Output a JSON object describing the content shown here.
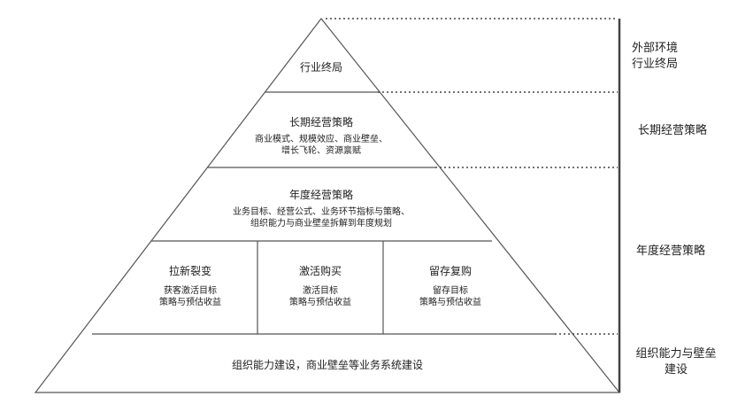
{
  "pyramid": {
    "top": {
      "title": "行业终局"
    },
    "long_term": {
      "title": "长期经营策略",
      "lines": [
        "商业模式、规模效应、商业壁垒、",
        "增长飞轮、资源禀赋"
      ]
    },
    "annual": {
      "title": "年度经营策略",
      "lines": [
        "业务目标、经营公式、业务环节指标与策略、",
        "组织能力与商业壁垒拆解到年度规划"
      ]
    },
    "cells": [
      {
        "title": "拉新裂变",
        "lines": [
          "获客激活目标",
          "策略与预估收益"
        ]
      },
      {
        "title": "激活购买",
        "lines": [
          "激活目标",
          "策略与预估收益"
        ]
      },
      {
        "title": "留存复购",
        "lines": [
          "留存目标",
          "策略与预估收益"
        ]
      }
    ],
    "base": {
      "title": "组织能力建设，商业壁垒等业务系统建设"
    }
  },
  "right_labels": {
    "outer_env": [
      "外部环境",
      "行业终局"
    ],
    "long_term": "长期经营策略",
    "annual": "年度经营策略",
    "org": [
      "组织能力与壁垒",
      "建设"
    ]
  },
  "colors": {
    "line": "#555555",
    "dotted": "#444444",
    "text": "#222222",
    "background": "#ffffff"
  }
}
